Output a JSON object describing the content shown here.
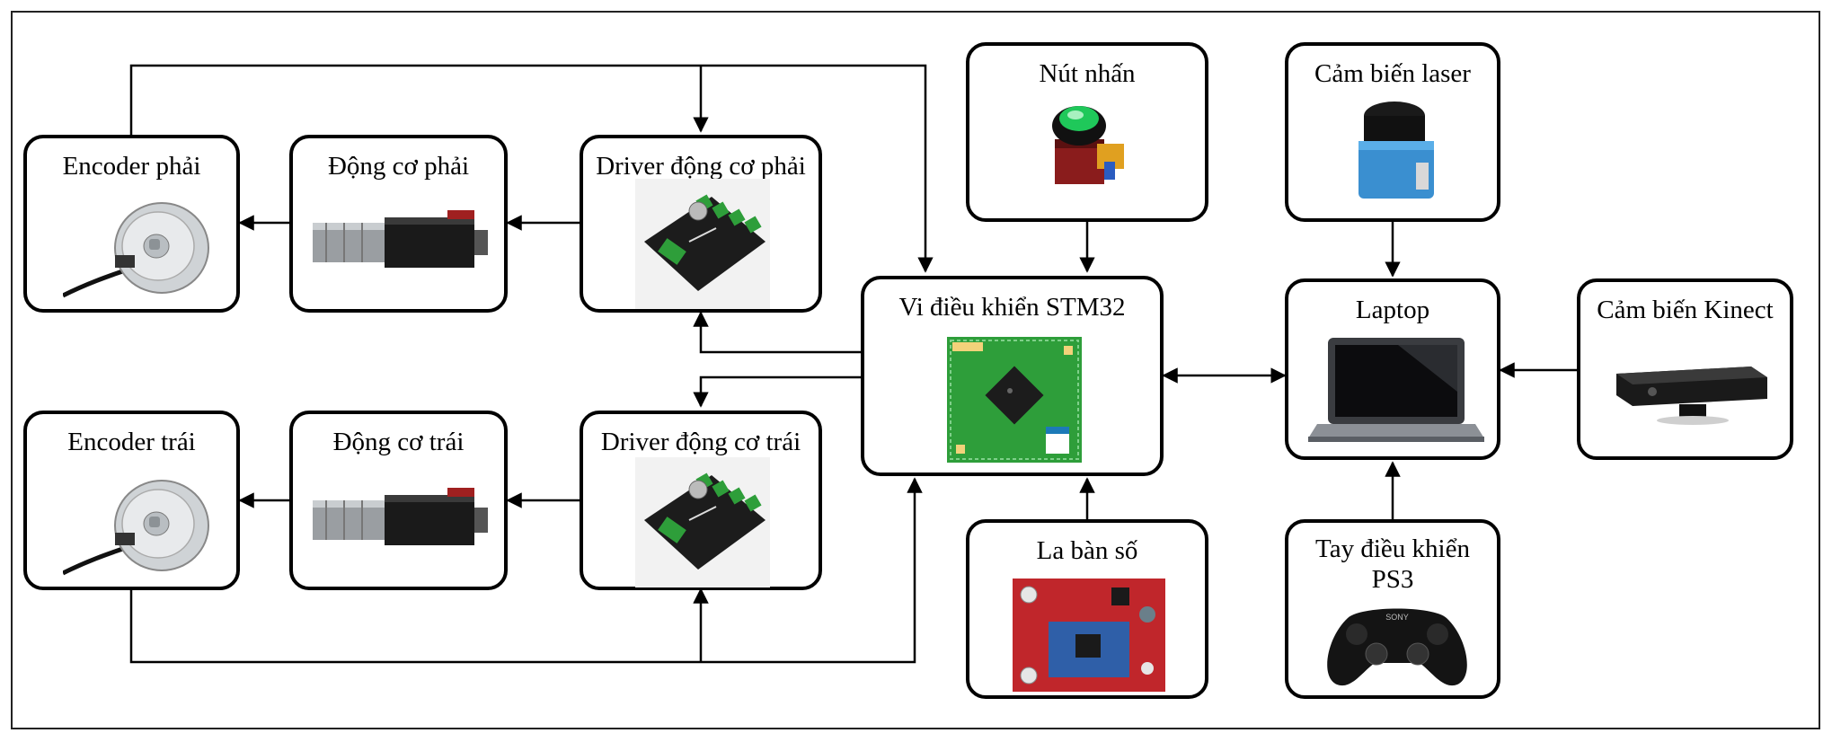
{
  "diagram": {
    "nodes": {
      "encoder_right": {
        "label": "Encoder phải",
        "icon": "rotary-encoder-icon"
      },
      "motor_right": {
        "label": "Động cơ phải",
        "icon": "dc-motor-icon"
      },
      "driver_right": {
        "label": "Driver động cơ phải",
        "icon": "motor-driver-board-icon"
      },
      "encoder_left": {
        "label": "Encoder trái",
        "icon": "rotary-encoder-icon"
      },
      "motor_left": {
        "label": "Động cơ trái",
        "icon": "dc-motor-icon"
      },
      "driver_left": {
        "label": "Driver động cơ trái",
        "icon": "motor-driver-board-icon"
      },
      "mcu": {
        "label": "Vi điều khiển STM32",
        "icon": "microcontroller-board-icon"
      },
      "button": {
        "label": "Nút nhấn",
        "icon": "push-button-icon"
      },
      "compass": {
        "label": "La bàn số",
        "icon": "compass-module-icon"
      },
      "laser": {
        "label": "Cảm biến laser",
        "icon": "laser-scanner-icon"
      },
      "laptop": {
        "label": "Laptop",
        "icon": "laptop-icon"
      },
      "gamepad": {
        "label_line1": "Tay điều khiển",
        "label_line2": "PS3",
        "icon": "gamepad-icon",
        "brand": "SONY"
      },
      "kinect": {
        "label": "Cảm biến Kinect",
        "icon": "kinect-sensor-icon"
      }
    },
    "edges": [
      {
        "from": "mcu",
        "to": "driver_right"
      },
      {
        "from": "mcu",
        "to": "driver_left"
      },
      {
        "from": "driver_right",
        "to": "motor_right"
      },
      {
        "from": "motor_right",
        "to": "encoder_right"
      },
      {
        "from": "driver_left",
        "to": "motor_left"
      },
      {
        "from": "motor_left",
        "to": "encoder_left"
      },
      {
        "from": "encoder_right",
        "to": "driver_right"
      },
      {
        "from": "encoder_right",
        "to": "mcu"
      },
      {
        "from": "encoder_left",
        "to": "driver_left"
      },
      {
        "from": "encoder_left",
        "to": "mcu"
      },
      {
        "from": "button",
        "to": "mcu"
      },
      {
        "from": "compass",
        "to": "mcu"
      },
      {
        "from": "mcu",
        "to": "laptop",
        "bidirectional": true
      },
      {
        "from": "laser",
        "to": "laptop"
      },
      {
        "from": "gamepad",
        "to": "laptop"
      },
      {
        "from": "kinect",
        "to": "laptop"
      }
    ]
  },
  "colors": {
    "line": "#000000",
    "pcb_green": "#2e9e3a",
    "pcb_black": "#1c1c1c",
    "pcb_red": "#c0262b",
    "sensor_blue": "#3a8fd0"
  }
}
